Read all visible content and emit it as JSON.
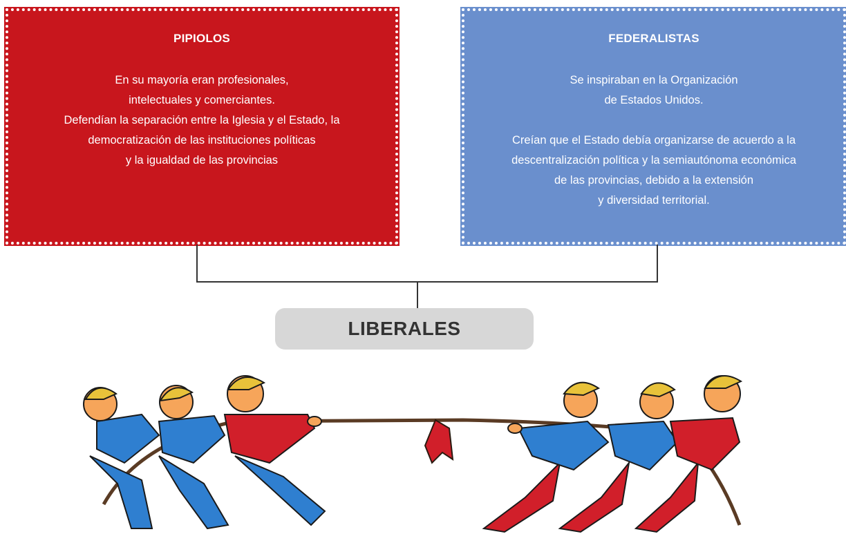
{
  "pipiolos": {
    "title": "PIPIOLOS",
    "lines": [
      "En su mayoría eran profesionales,",
      "intelectuales y comerciantes.",
      "Defendían la separación entre la Iglesia y el Estado, la",
      "democratización de las instituciones políticas",
      "y la igualdad de las provincias"
    ]
  },
  "federalistas": {
    "title": "FEDERALISTAS",
    "lines_a": [
      "Se inspiraban en la Organización",
      "de Estados Unidos."
    ],
    "lines_b": [
      "Creían que el Estado debía organizarse de acuerdo a la",
      "descentralización política y la semiautónoma económica",
      "de las provincias, debido a la extensión",
      "y diversidad territorial."
    ]
  },
  "center_label": "LIBERALES",
  "colors": {
    "red": "#c8161d",
    "blue": "#6a8fcd",
    "pill": "#d7d7d7",
    "shirt_red": "#d11f2a",
    "shirt_blue": "#2f7fd0",
    "skin": "#f6a55a",
    "hair": "#e8c23a"
  }
}
